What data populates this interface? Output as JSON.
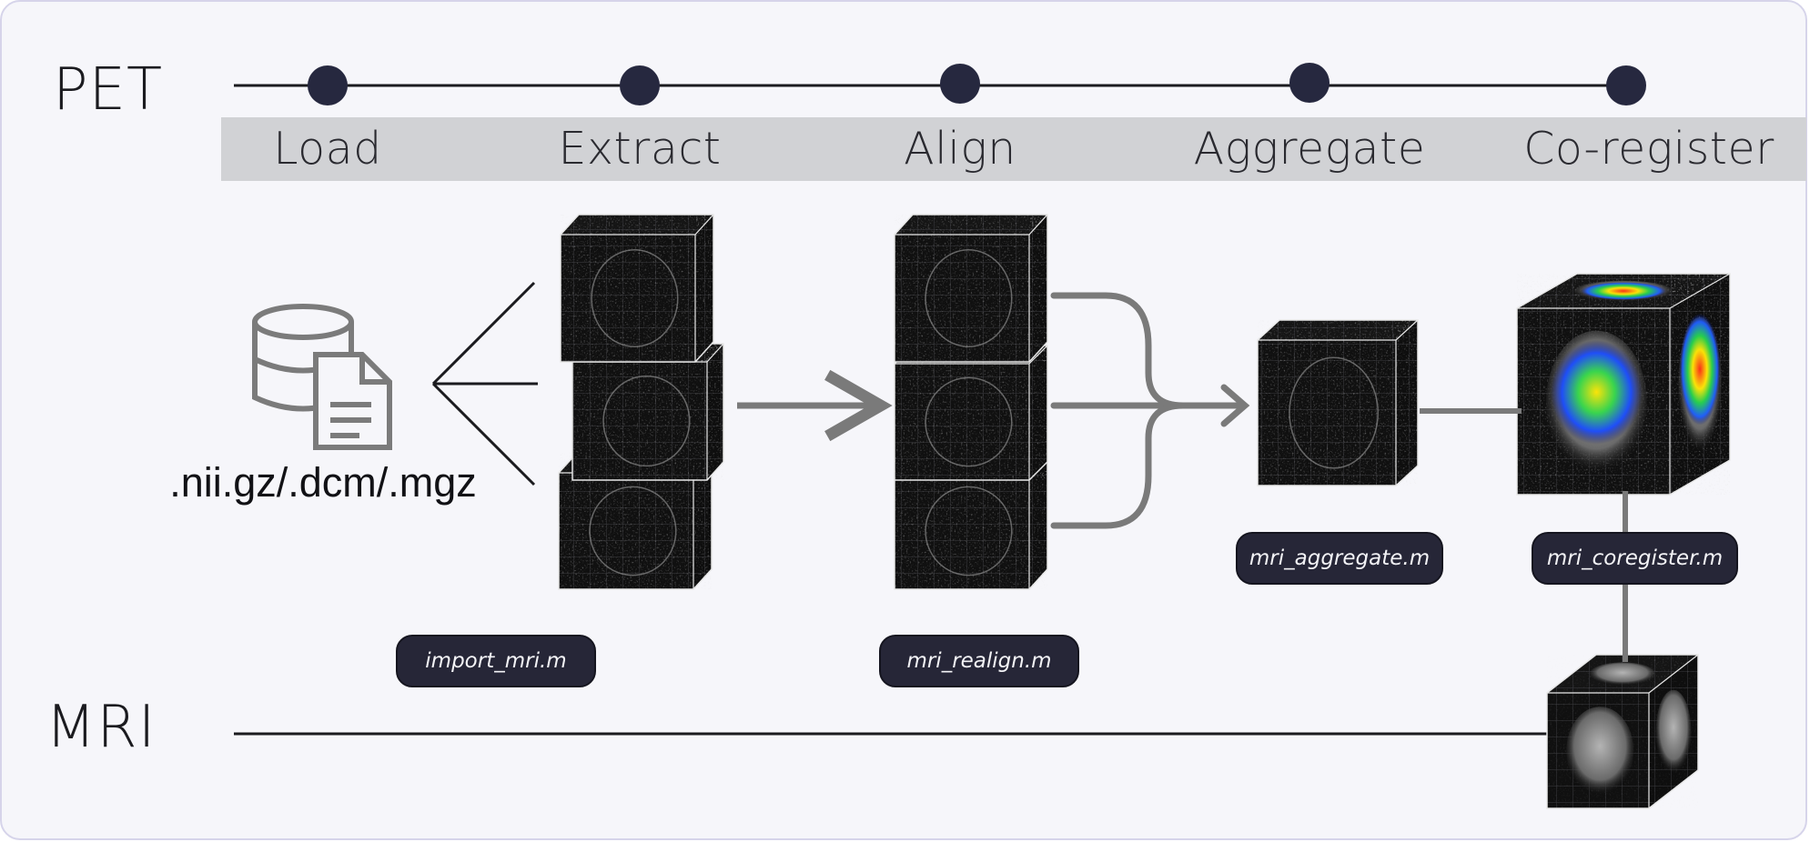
{
  "tracks": {
    "pet": "PET",
    "mri": "MRI"
  },
  "stages": [
    "Load",
    "Extract",
    "Align",
    "Aggregate",
    "Co-register"
  ],
  "file_formats": ".nii.gz/.dcm/.mgz",
  "scripts": {
    "import": "import_mri.m",
    "realign": "mri_realign.m",
    "aggregate": "mri_aggregate.m",
    "coregister": "mri_coregister.m"
  },
  "icons": {
    "database": "database-file-icon"
  },
  "colors": {
    "node": "#26283f",
    "pill": "#262637",
    "band": "#d1d2d5",
    "background": "#f6f6fa",
    "arrow": "#7a7a7a"
  }
}
